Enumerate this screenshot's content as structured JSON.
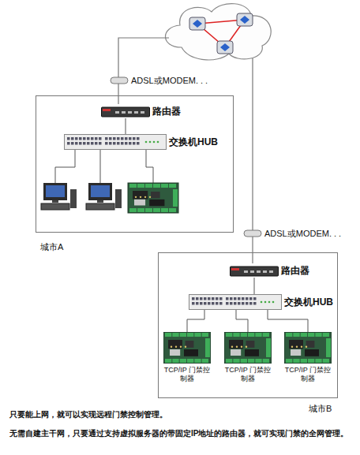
{
  "diagram": {
    "nodes": [
      {
        "text": [
          "城市A"
        ]
      },
      {
        "text": [
          "路由器"
        ],
        "in": 0
      },
      {
        "text": [
          "交换机HUB"
        ],
        "in": 0
      },
      {
        "text": [
          "城市B"
        ]
      },
      {
        "text": [
          "路由器"
        ],
        "in": 3
      },
      {
        "text": [
          "交换机HUB"
        ],
        "in": 3
      },
      {
        "text": [
          "TCP/IP 门禁控制器"
        ],
        "in": 3
      },
      {
        "text": [
          "TCP/IP 门禁控制器"
        ],
        "in": 3
      },
      {
        "text": [
          "TCP/IP 门禁控制器"
        ],
        "in": 3
      }
    ],
    "edges": [
      {
        "from": 1,
        "to": 2,
        "arrow": "none"
      },
      {
        "from": 4,
        "to": 5,
        "arrow": "none"
      },
      {
        "from": 5,
        "to": 6,
        "arrow": "none"
      },
      {
        "from": 5,
        "to": 7,
        "arrow": "none"
      },
      {
        "from": 5,
        "to": 8,
        "arrow": "none"
      }
    ],
    "labels": [
      "ADSL或MODEM. . .",
      "ADSL或MODEM. . .",
      "只要能上网，就可以实现远程门禁控制管理。",
      "无需自建主干网，只要通过支持虚拟服务器的带固定IP地址的路由器，就可实现门禁的全网管理。"
    ]
  }
}
